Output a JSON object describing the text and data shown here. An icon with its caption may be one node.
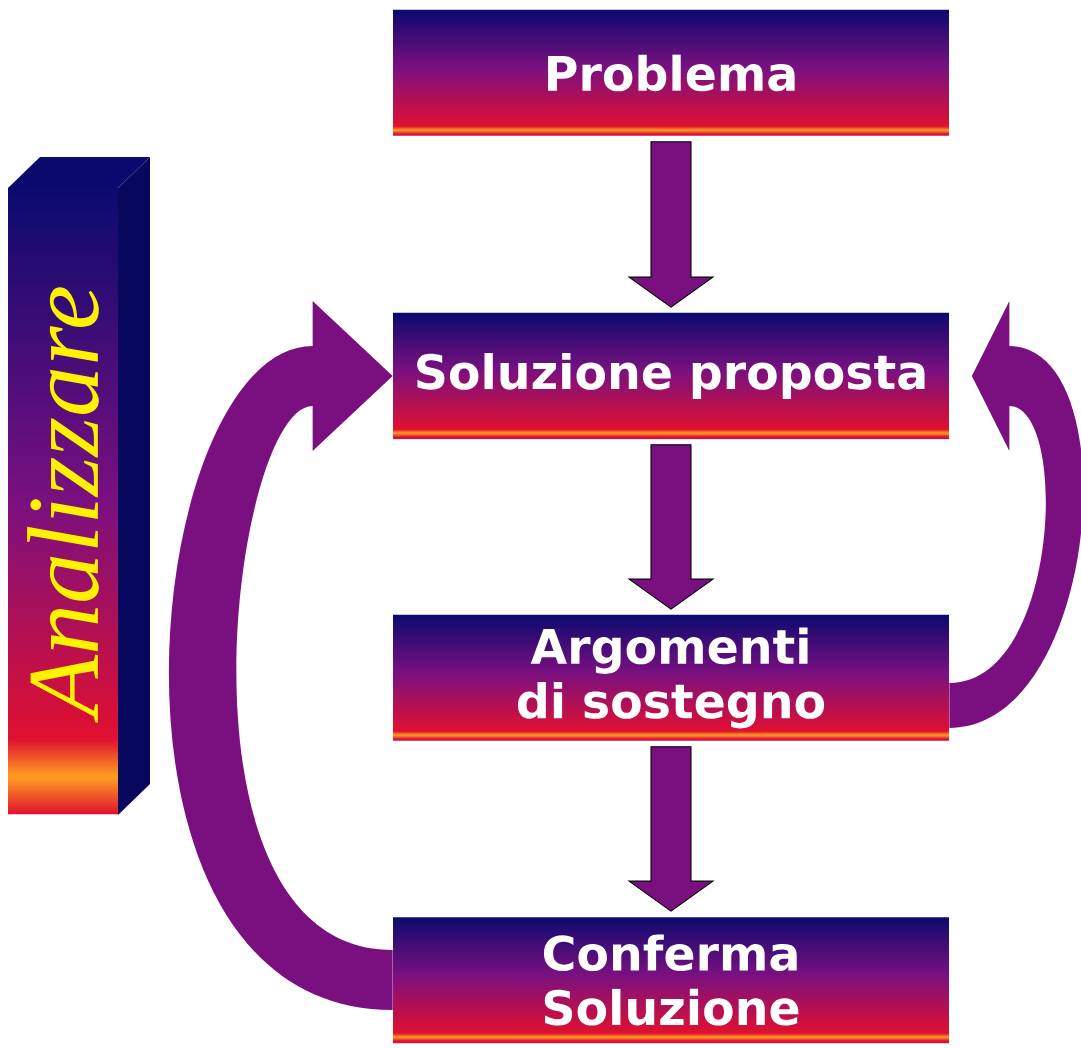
{
  "diagram": {
    "nodes": [
      {
        "text": [
          "Problema"
        ]
      },
      {
        "text": [
          "Soluzione proposta"
        ]
      },
      {
        "text": [
          "Argomenti di sostegno"
        ]
      },
      {
        "text": [
          "Conferma Soluzione"
        ]
      },
      {
        "text": [
          "Analizzare"
        ]
      }
    ],
    "edges": [
      {
        "from": 0,
        "to": 1,
        "arrow": "to"
      },
      {
        "from": 1,
        "to": 2,
        "arrow": "to"
      },
      {
        "from": 2,
        "to": 3,
        "arrow": "to"
      },
      {
        "from": 3,
        "to": 1,
        "arrow": "to"
      },
      {
        "from": 2,
        "to": 1,
        "arrow": "to"
      }
    ]
  }
}
